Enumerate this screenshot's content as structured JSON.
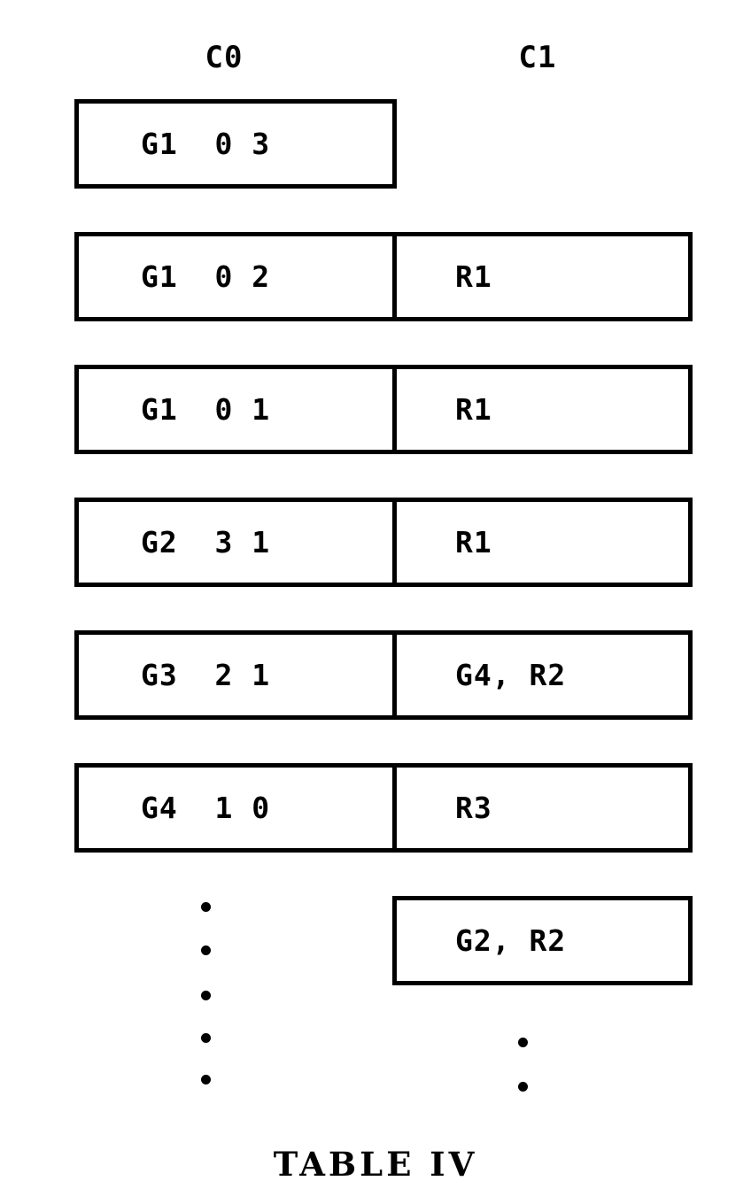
{
  "figure": {
    "caption": "TABLE IV",
    "background_color": "#ffffff",
    "ink_color": "#000000"
  },
  "columns": [
    {
      "id": "C0",
      "label": "C0"
    },
    {
      "id": "C1",
      "label": "C1"
    }
  ],
  "rows": [
    {
      "c0": "G1  0 3",
      "c1": null
    },
    {
      "c0": "G1  0 2",
      "c1": "R1"
    },
    {
      "c0": "G1  0 1",
      "c1": "R1"
    },
    {
      "c0": "G2  3 1",
      "c1": "R1"
    },
    {
      "c0": "G3  2 1",
      "c1": "G4, R2"
    },
    {
      "c0": "G4  1 0",
      "c1": "R3"
    },
    {
      "c0": null,
      "c1": "G2, R2"
    }
  ],
  "ellipsis": {
    "c0_dots": 5,
    "c1_dots": 2,
    "glyph": "dot"
  }
}
